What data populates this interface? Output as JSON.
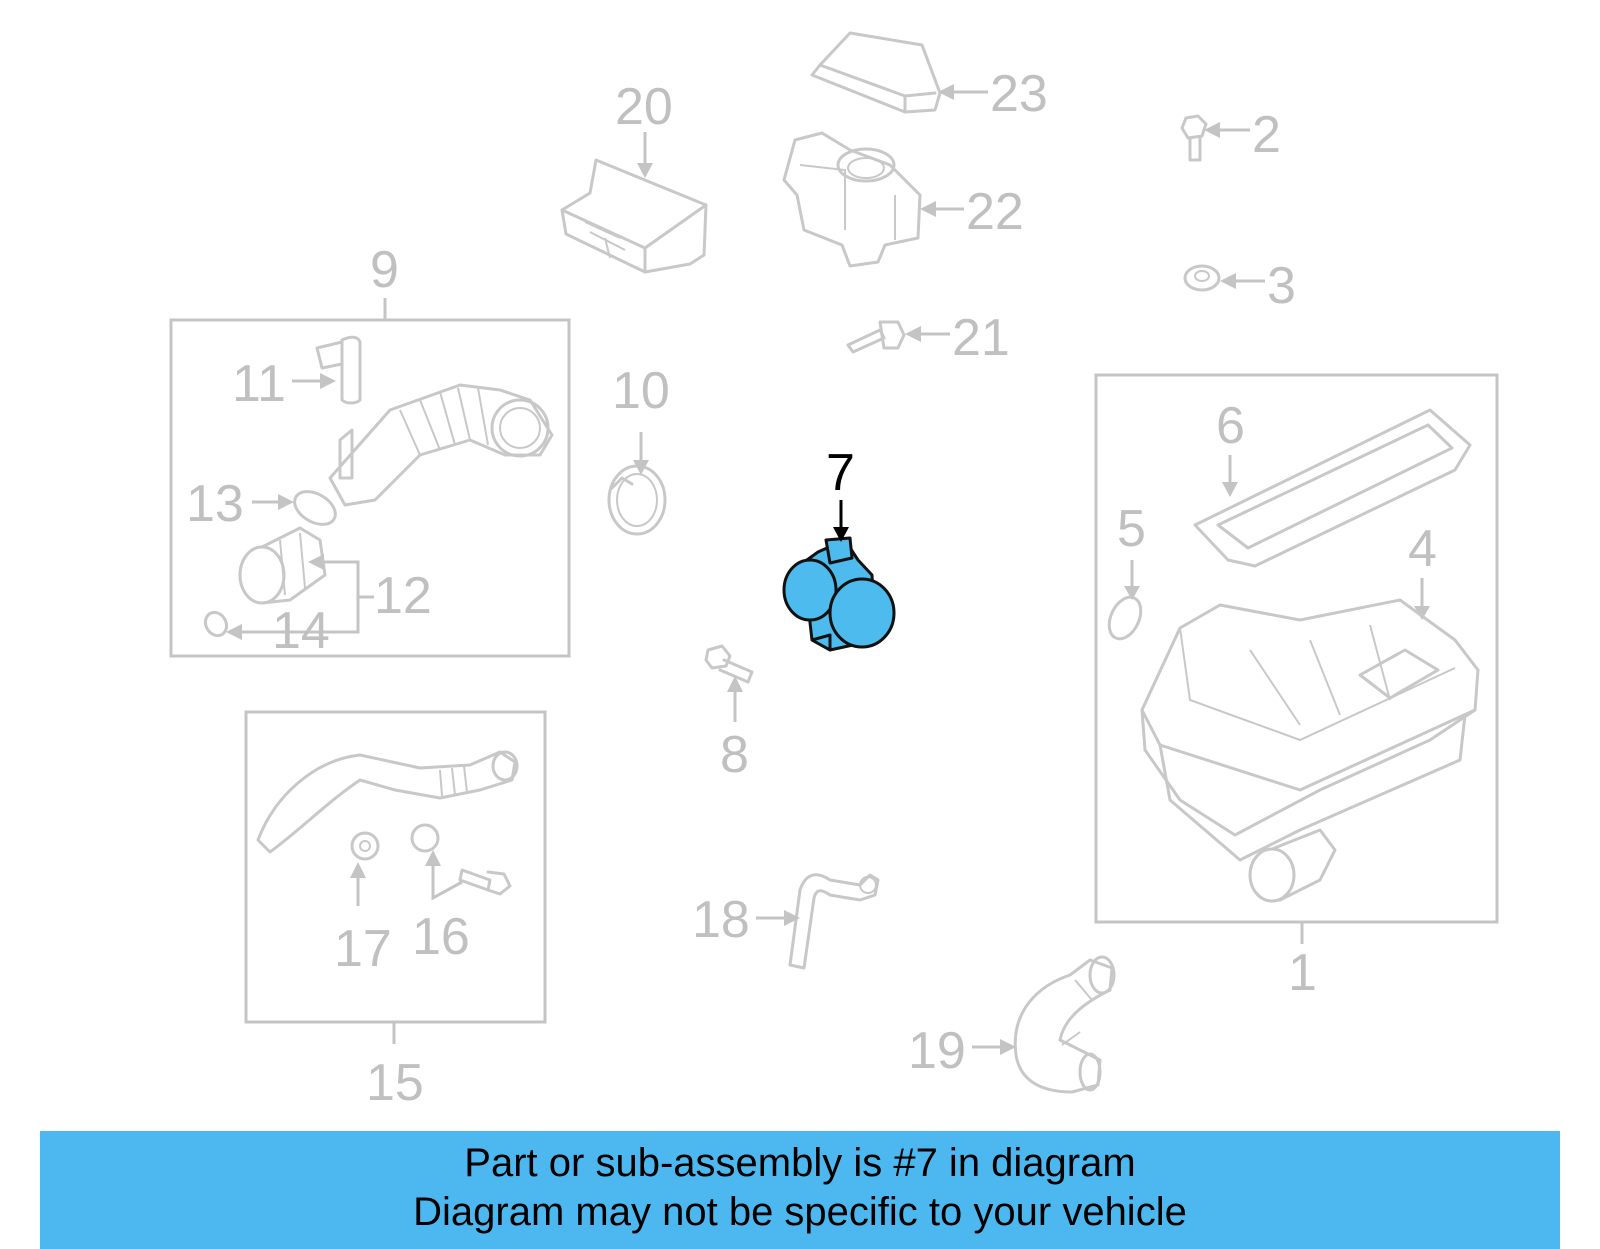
{
  "callouts": {
    "n1": "1",
    "n2": "2",
    "n3": "3",
    "n4": "4",
    "n5": "5",
    "n6": "6",
    "n7": "7",
    "n8": "8",
    "n9": "9",
    "n10": "10",
    "n11": "11",
    "n12": "12",
    "n13": "13",
    "n14": "14",
    "n15": "15",
    "n16": "16",
    "n17": "17",
    "n18": "18",
    "n19": "19",
    "n20": "20",
    "n21": "21",
    "n22": "22",
    "n23": "23"
  },
  "highlight": {
    "part_number": "7",
    "color": "#4dbbee"
  },
  "banner": {
    "line1": "Part or sub-assembly is #7 in diagram",
    "line2": "Diagram may not be specific to your vehicle",
    "color": "#4db8ef"
  }
}
